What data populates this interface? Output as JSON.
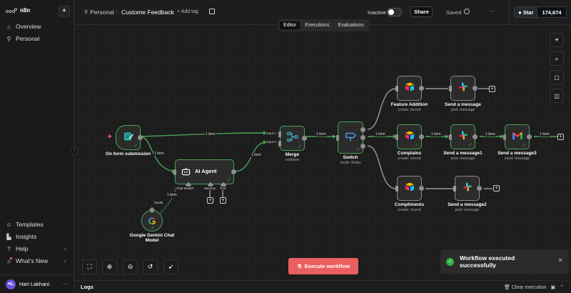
{
  "app": {
    "name": "n8n"
  },
  "sidebar": {
    "add_label": "+",
    "top_items": [
      {
        "label": "Overview",
        "icon": "home-icon"
      },
      {
        "label": "Personal",
        "icon": "user-icon"
      }
    ],
    "bottom_items": [
      {
        "label": "Templates",
        "icon": "templates-icon"
      },
      {
        "label": "Insights",
        "icon": "chart-icon"
      },
      {
        "label": "Help",
        "icon": "help-icon",
        "chevron": "›"
      },
      {
        "label": "What's New",
        "icon": "bell-icon",
        "chevron": "›"
      }
    ],
    "user": {
      "initials": "HL",
      "name": "Hari Lakhani",
      "more": "···"
    },
    "collapse": "‹"
  },
  "header": {
    "breadcrumb_project": "Personal",
    "separator": "/",
    "workflow_title": "Custome Feedback",
    "add_tag": "+ Add tag",
    "status_label": "Inactive",
    "share_label": "Share",
    "saved_label": "Saved",
    "more": "···",
    "github": {
      "star_label": "Star",
      "count": "174,674"
    }
  },
  "tabs": [
    {
      "label": "Editor",
      "active": true
    },
    {
      "label": "Executions",
      "active": false
    },
    {
      "label": "Evaluations",
      "active": false
    }
  ],
  "nodes": {
    "form": {
      "label": "On form submission"
    },
    "agent": {
      "label": "AI Agent",
      "ports": {
        "chat_model": "Chat Model*",
        "memory": "Memory",
        "tool": "Tool"
      }
    },
    "gemini": {
      "label": "Google Gemini Chat Model",
      "port": "Model"
    },
    "merge": {
      "label": "Merge",
      "sub": "combine",
      "inputs": [
        "Input 1",
        "Input 2"
      ]
    },
    "switch": {
      "label": "Switch",
      "sub": "mode: Rules",
      "outputs": [
        "0",
        "1",
        "2"
      ]
    },
    "feature": {
      "label": "Feature Addition",
      "sub": "create: record"
    },
    "complains": {
      "label": "Complains",
      "sub": "create: record"
    },
    "compliments": {
      "label": "Compliments",
      "sub": "create: record"
    },
    "slack0": {
      "label": "Send a message",
      "sub": "post: message"
    },
    "slack1": {
      "label": "Send a message1",
      "sub": "post: message"
    },
    "slack2": {
      "label": "Send a message2",
      "sub": "post: message"
    },
    "gmail3": {
      "label": "Send a message3",
      "sub": "send: message"
    }
  },
  "edge_labels": {
    "form_merge": "1 item",
    "form_agent": "1 item",
    "agent_merge": "1 item",
    "gemini_agent": "1 item",
    "merge_switch": "1 item",
    "switch_complains": "1 item",
    "complains_slack1": "1 item",
    "slack1_gmail": "1 item",
    "gmail_end": "1 item"
  },
  "colors": {
    "success": "#4aa356",
    "execute": "#ea5f60",
    "canvas": "#1d1d1d"
  },
  "canvas_controls": [
    "fit-view",
    "zoom-in",
    "zoom-out",
    "reset",
    "tidy-up"
  ],
  "execute_label": "Execute workflow",
  "toast": {
    "message": "Workflow executed successfully",
    "close": "✕"
  },
  "logs": {
    "label": "Logs",
    "clear_label": "Clear execution"
  }
}
